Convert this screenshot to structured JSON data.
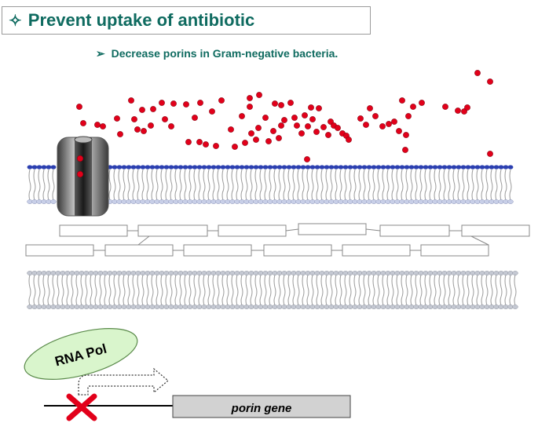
{
  "header": {
    "bullet_icon": "four-pointed-star-outline",
    "title": "Prevent uptake of antibiotic"
  },
  "subpoint": {
    "arrow_icon": "right-arrowhead",
    "text": "Decrease porins in Gram-negative bacteria."
  },
  "diagram": {
    "rna_pol_label": "RNA Pol",
    "gene_label": "porin gene",
    "block_icon": "red-x-cross",
    "colors": {
      "title_text": "#0f6b60",
      "antibiotic_dot": "#e2001a",
      "membrane_head_outer": "#2b3fb0",
      "membrane_head_inner": "#c8cfe8",
      "tail": "#9a9a9a",
      "rna_pol_fill": "#d9f5cc",
      "gene_box_fill": "#d2d2d2",
      "block_x": "#e2001a"
    }
  }
}
